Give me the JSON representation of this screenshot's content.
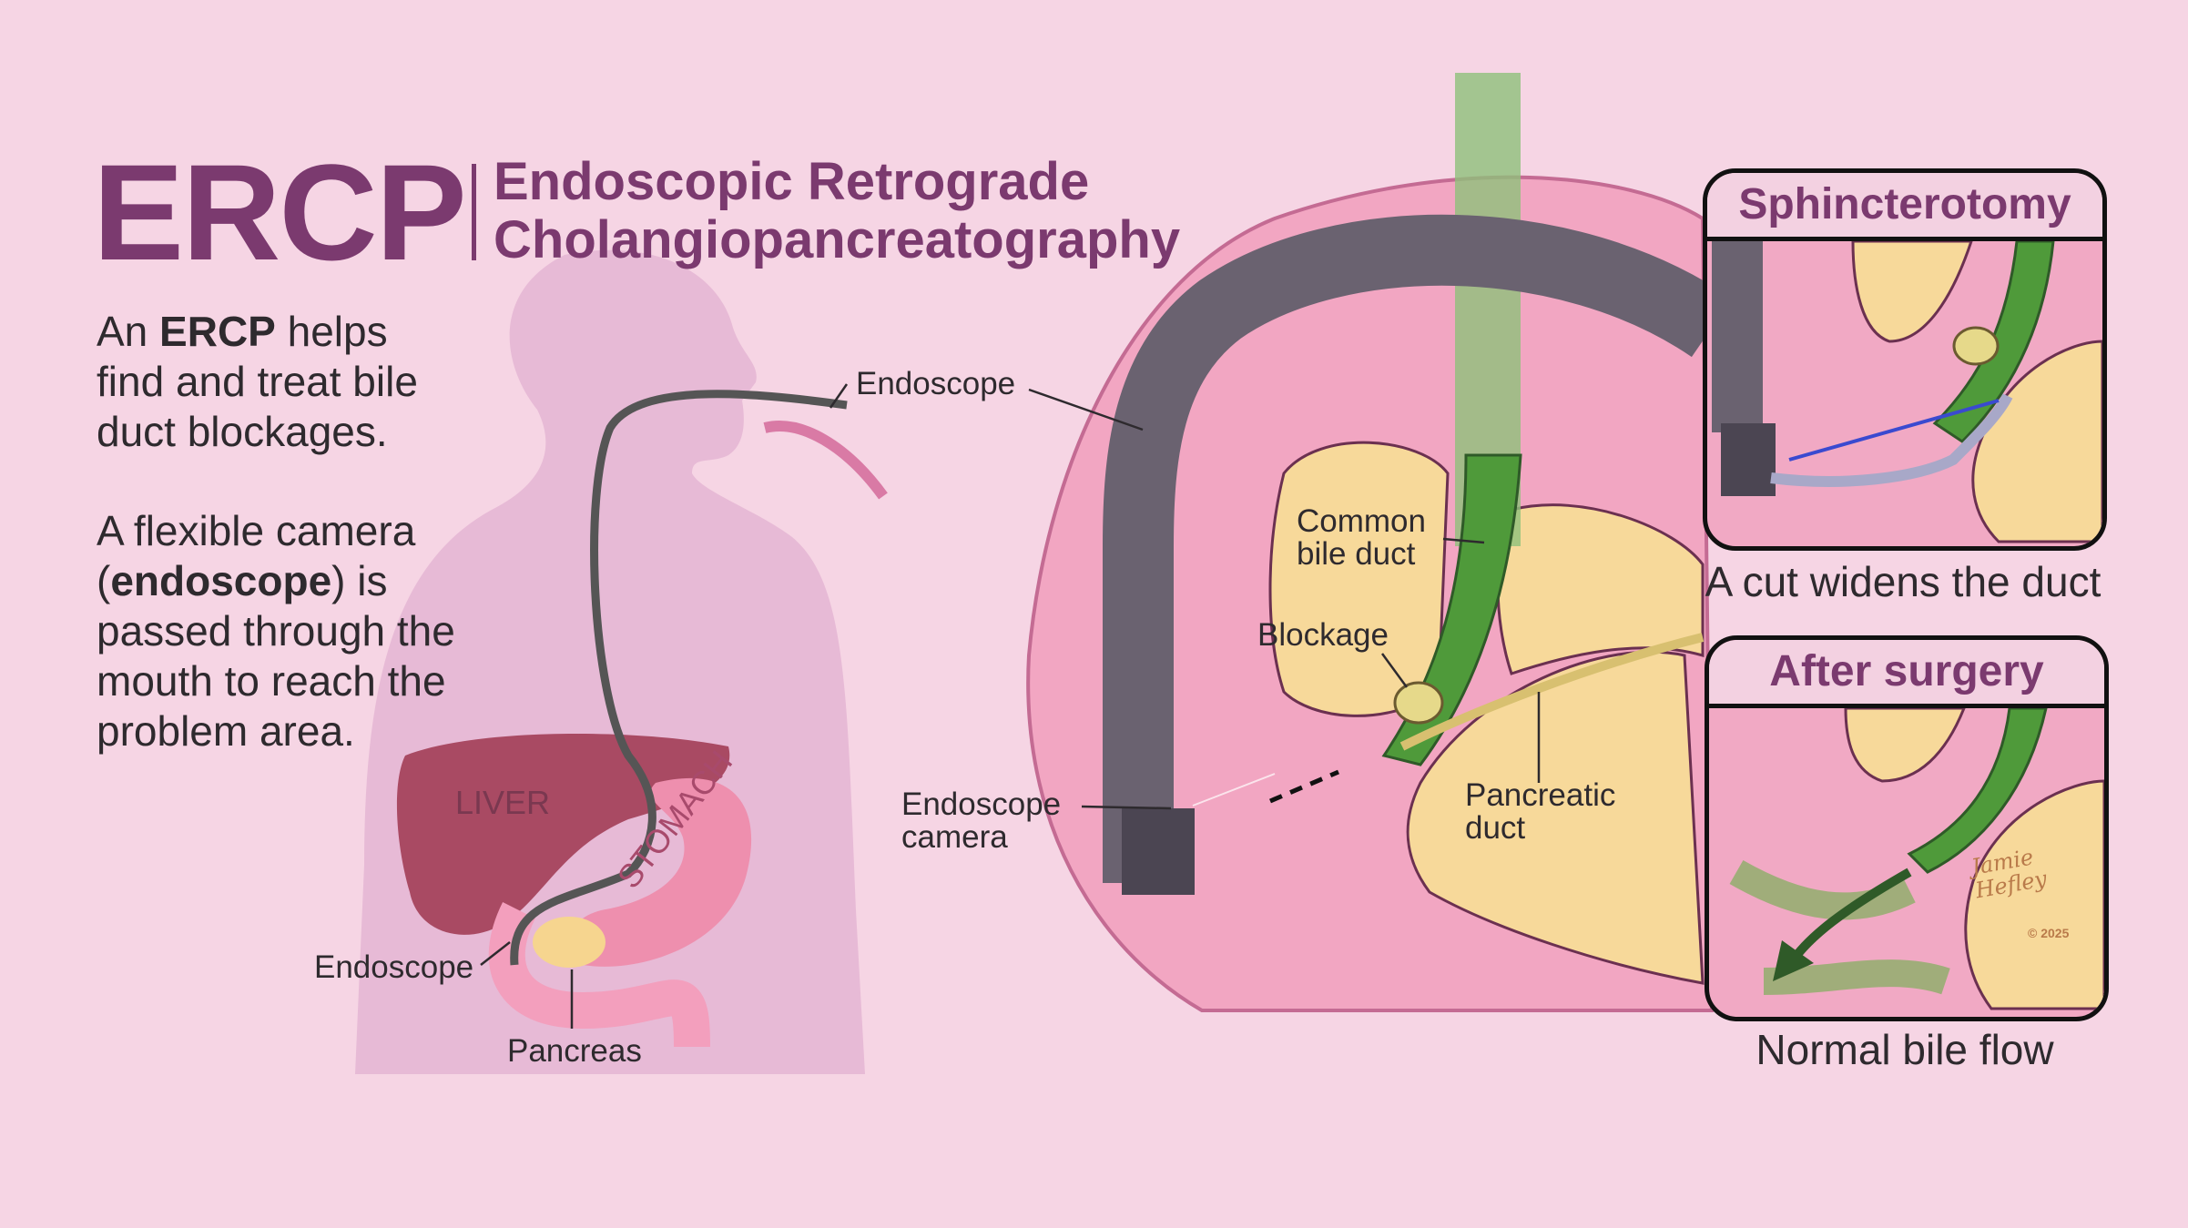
{
  "title": {
    "acronym": "ERCP",
    "full_line1": "Endoscopic Retrograde",
    "full_line2": "Cholangiopancreatography"
  },
  "intro": {
    "p1_before": "An ",
    "p1_bold": "ERCP",
    "p1_after": " helps find and treat bile duct blockages.",
    "p2_before": "A flexible camera (",
    "p2_bold": "endoscope",
    "p2_after": ") is passed through the mouth to reach the problem area."
  },
  "body_labels": {
    "endoscope_top": "Endoscope",
    "liver": "LIVER",
    "stomach": "STOMACH",
    "endoscope_bottom": "Endoscope",
    "pancreas": "Pancreas"
  },
  "detail_labels": {
    "common_bile_duct_1": "Common",
    "common_bile_duct_2": "bile duct",
    "blockage": "Blockage",
    "endoscope_camera_1": "Endoscope",
    "endoscope_camera_2": "camera",
    "pancreatic_duct_1": "Pancreatic",
    "pancreatic_duct_2": "duct"
  },
  "insets": [
    {
      "title": "Sphincterotomy",
      "caption": "A cut widens the duct"
    },
    {
      "title": "After surgery",
      "caption": "Normal bile flow"
    }
  ],
  "signature": {
    "name": "Jamie Hefley",
    "copyright": "© 2025"
  },
  "colors": {
    "background": "#f6d5e4",
    "accent": "#7b3a6f",
    "duct": "#4f9a3a",
    "tissue": "#f3a7c3",
    "organ": "#f7d99a"
  }
}
